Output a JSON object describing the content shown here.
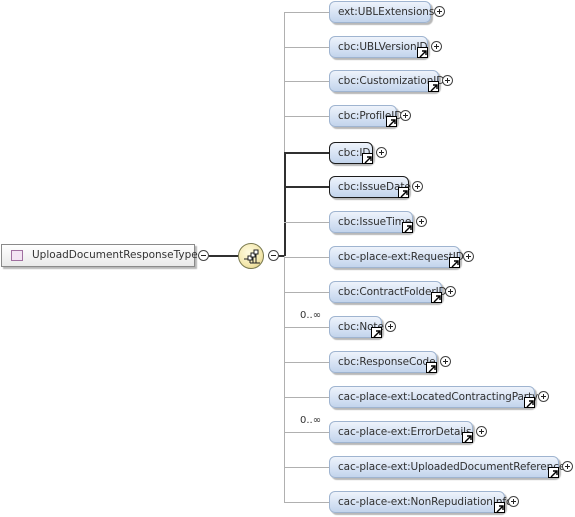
{
  "root": {
    "type_name": "UploadDocumentResponseType",
    "type_icon": "complex-type-icon"
  },
  "sequence": {
    "icon": "sequence-compositor-icon"
  },
  "children": [
    {
      "label": "ext:UBLExtensions",
      "required": false,
      "occurrence": "",
      "has_ref": false
    },
    {
      "label": "cbc:UBLVersionID",
      "required": false,
      "occurrence": "",
      "has_ref": true
    },
    {
      "label": "cbc:CustomizationID",
      "required": false,
      "occurrence": "",
      "has_ref": true
    },
    {
      "label": "cbc:ProfileID",
      "required": false,
      "occurrence": "",
      "has_ref": true
    },
    {
      "label": "cbc:ID",
      "required": true,
      "occurrence": "",
      "has_ref": true
    },
    {
      "label": "cbc:IssueDate",
      "required": true,
      "occurrence": "",
      "has_ref": true
    },
    {
      "label": "cbc:IssueTime",
      "required": false,
      "occurrence": "",
      "has_ref": true
    },
    {
      "label": "cbc-place-ext:RequestID",
      "required": false,
      "occurrence": "",
      "has_ref": true
    },
    {
      "label": "cbc:ContractFolderID",
      "required": false,
      "occurrence": "",
      "has_ref": true
    },
    {
      "label": "cbc:Note",
      "required": false,
      "occurrence": "0..∞",
      "has_ref": true
    },
    {
      "label": "cbc:ResponseCode",
      "required": false,
      "occurrence": "",
      "has_ref": true
    },
    {
      "label": "cac-place-ext:LocatedContractingParty",
      "required": false,
      "occurrence": "",
      "has_ref": true
    },
    {
      "label": "cac-place-ext:ErrorDetails",
      "required": false,
      "occurrence": "0..∞",
      "has_ref": true
    },
    {
      "label": "cac-place-ext:UploadedDocumentReference",
      "required": false,
      "occurrence": "",
      "has_ref": true
    },
    {
      "label": "cac-place-ext:NonRepudiationInfo",
      "required": false,
      "occurrence": "",
      "has_ref": true
    }
  ]
}
